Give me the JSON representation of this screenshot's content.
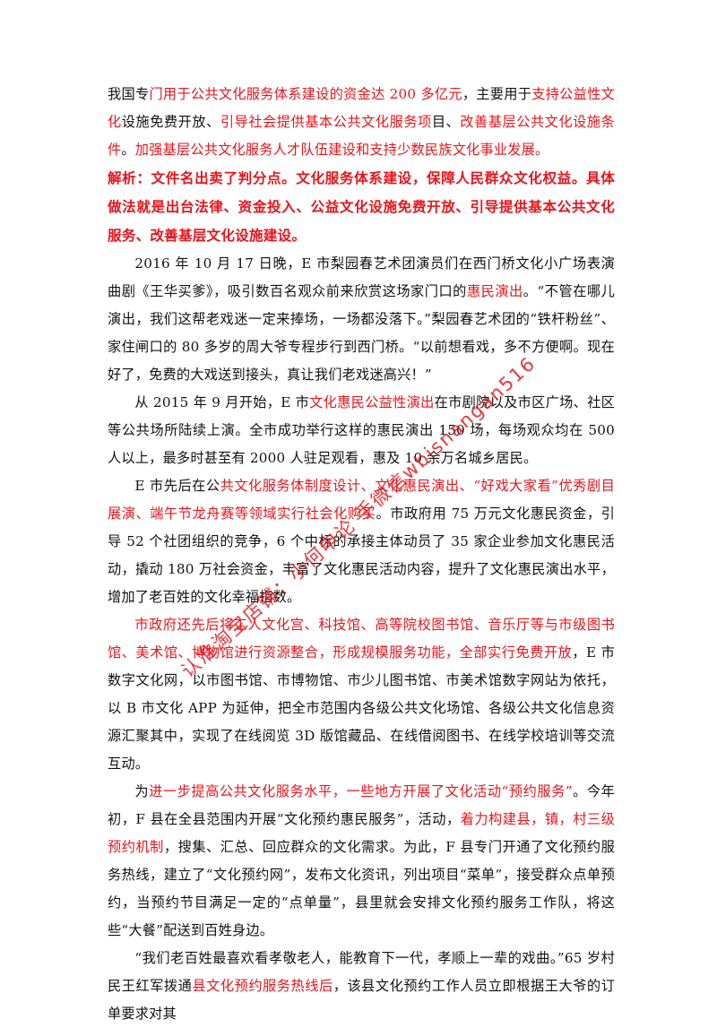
{
  "paragraphs": [
    {
      "id": "p1",
      "indent": false,
      "runs": [
        {
          "t": "我国专",
          "c": "n"
        },
        {
          "t": "门用于公共文化服务体系建设的资金达 200 多亿元",
          "c": "r"
        },
        {
          "t": "，主要用于",
          "c": "n"
        },
        {
          "t": "支持公益性文化",
          "c": "r"
        },
        {
          "t": "设施免费开放、",
          "c": "n"
        },
        {
          "t": "引导社会提供基本公共文化服务项",
          "c": "r"
        },
        {
          "t": "目、",
          "c": "n"
        },
        {
          "t": "改善基层公共文化设施条件",
          "c": "r"
        },
        {
          "t": "。",
          "c": "n"
        },
        {
          "t": "加强基层公共文化服务人才队伍建设和支持少数民族文化事业发展。",
          "c": "r"
        }
      ]
    },
    {
      "id": "p2",
      "indent": false,
      "analysis": true,
      "runs": [
        {
          "t": "解析：文件名出卖了判分点。文化服务体系建设，保障人民群众文化权益。具体做法就是出台法律、资金投入、公益文化设施免费开放、引导提供基本公共文化服务、改善基层文化设施建设。",
          "c": "rb"
        }
      ]
    },
    {
      "id": "p3",
      "indent": true,
      "runs": [
        {
          "t": "2016 年 10 月 17 日晚，E 市梨园春艺术团演员们在西门桥文化小广场表演曲剧《王华买爹》，吸引数百名观众前来欣赏这场家门口的",
          "c": "n"
        },
        {
          "t": "惠民演出",
          "c": "r"
        },
        {
          "t": "。“不管在哪儿演出，我们这帮老戏迷一定来捧场，一场都没落下。”梨园春艺术团的“铁杆粉丝”、家住闸口的 80 多岁的周大爷专程步行到西门桥。“以前想看戏，多不方便啊。现在好了，免费的大戏送到接头，真让我们老戏迷高兴！”",
          "c": "n"
        }
      ]
    },
    {
      "id": "p4",
      "indent": true,
      "runs": [
        {
          "t": "从 2015 年 9 月开始，E 市",
          "c": "n"
        },
        {
          "t": "文化惠民公益性演出",
          "c": "r"
        },
        {
          "t": "在市剧院以及市区广场、社区等公共场所陆续上演。全市成功举行这样的惠民演出 150 场，每场观众均在 500 人以上，最多时甚至有 2000 人驻足观看，惠及 10 余万名城乡居民。",
          "c": "n"
        }
      ]
    },
    {
      "id": "p5",
      "indent": true,
      "runs": [
        {
          "t": "E 市先后在公",
          "c": "n"
        },
        {
          "t": "共文化服务体制度设计、文化惠民演出、“好戏大家看”优秀剧目展演、端午节龙舟赛等领域实行社会化购买",
          "c": "r"
        },
        {
          "t": "。市政府用 75 万元文化惠民资金，引导 52 个社团组织的竞争，6 个中标的承接主体动员了 35 家企业参加文化惠民活动，撬动 180 万社会资金，丰富了文化惠民活动内容，提升了文化惠民演出水平，增加了老百姓的文化幸福指数。",
          "c": "n"
        }
      ]
    },
    {
      "id": "p6",
      "indent": true,
      "runs": [
        {
          "t": "市政府还先后将工人文化宫、科技馆、高等院校图书馆、音乐厅等与市级图书馆、美术馆、博物馆进行资源整合，形成规模服务功能，全部实行免费开放",
          "c": "r"
        },
        {
          "t": "，E 市数字文化网，以市图书馆、市博物馆、市少儿图书馆、市美术馆数字网站为依托，以 B 市文化 APP 为延伸，把全市范围内各级公共文化场馆、各级公共文化信息资源汇聚其中，实现了在线阅览 3D 版馆藏品、在线借阅图书、在线学校培训等交流互动。",
          "c": "n"
        }
      ]
    },
    {
      "id": "p7",
      "indent": true,
      "runs": [
        {
          "t": "为",
          "c": "n"
        },
        {
          "t": "进一步提高公共文化服务水平，一些地方开展了文化活动“预约服务”",
          "c": "r"
        },
        {
          "t": "。今年初，F 县在全县范围内开展“文化预约惠民服务”，活动，",
          "c": "n"
        },
        {
          "t": "着力构建县，镇，村三级预约机制",
          "c": "r"
        },
        {
          "t": "，搜集、汇总、回应群众的文化需求。为此，F 县专门开通了文化预约服务热线，建立了“文化预约网”，发布文化资讯，列出项目“菜单”，接受群众点单预约，当预约节目满足一定的“点单量”，县里就会安排文化预约服务工作队，将这些“大餐”配送到百姓身边。",
          "c": "n"
        }
      ]
    },
    {
      "id": "p8",
      "indent": true,
      "runs": [
        {
          "t": "“我们老百姓最喜欢看孝敬老人，能教育下一代，孝顺上一辈的戏曲。”65 岁村民王红军拨通",
          "c": "n"
        },
        {
          "t": "县文化预约服务热线后",
          "c": "r"
        },
        {
          "t": "，该县文化预约工作人员立即根据王大爷的订单要求对其",
          "c": "n"
        }
      ]
    }
  ],
  "watermark": "认准淘宝店铺：小何申论 手微信wbisnangan516",
  "colors": {
    "accent_red": "#e8141b",
    "text": "#111111"
  }
}
